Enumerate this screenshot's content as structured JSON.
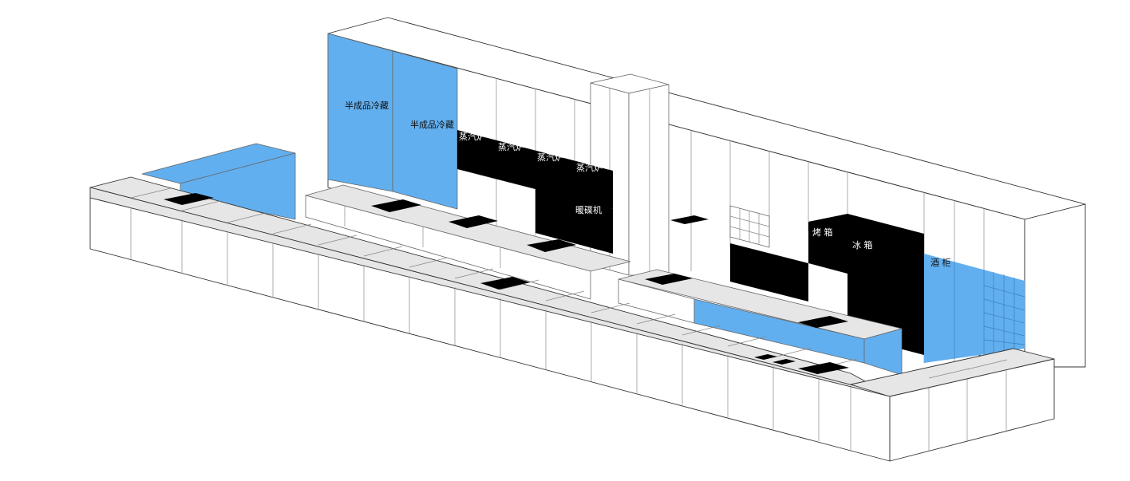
{
  "labels": {
    "cold_storage_1": "半成品冷藏",
    "cold_storage_2": "半成品冷藏",
    "steamer_1": "蒸汽炉",
    "steamer_2": "蒸汽炉",
    "steamer_3": "蒸汽炉",
    "steamer_4": "蒸汽炉",
    "plate_warmer": "暖碟机",
    "oven": "烤 箱",
    "ice_box": "冰 箱",
    "wine_cabinet": "酒 柜"
  },
  "colors": {
    "cold_storage": "#62afef",
    "appliance": "#000000",
    "counter_top": "#e6e6e6",
    "cabinet": "#ffffff",
    "outline": "#666666"
  }
}
